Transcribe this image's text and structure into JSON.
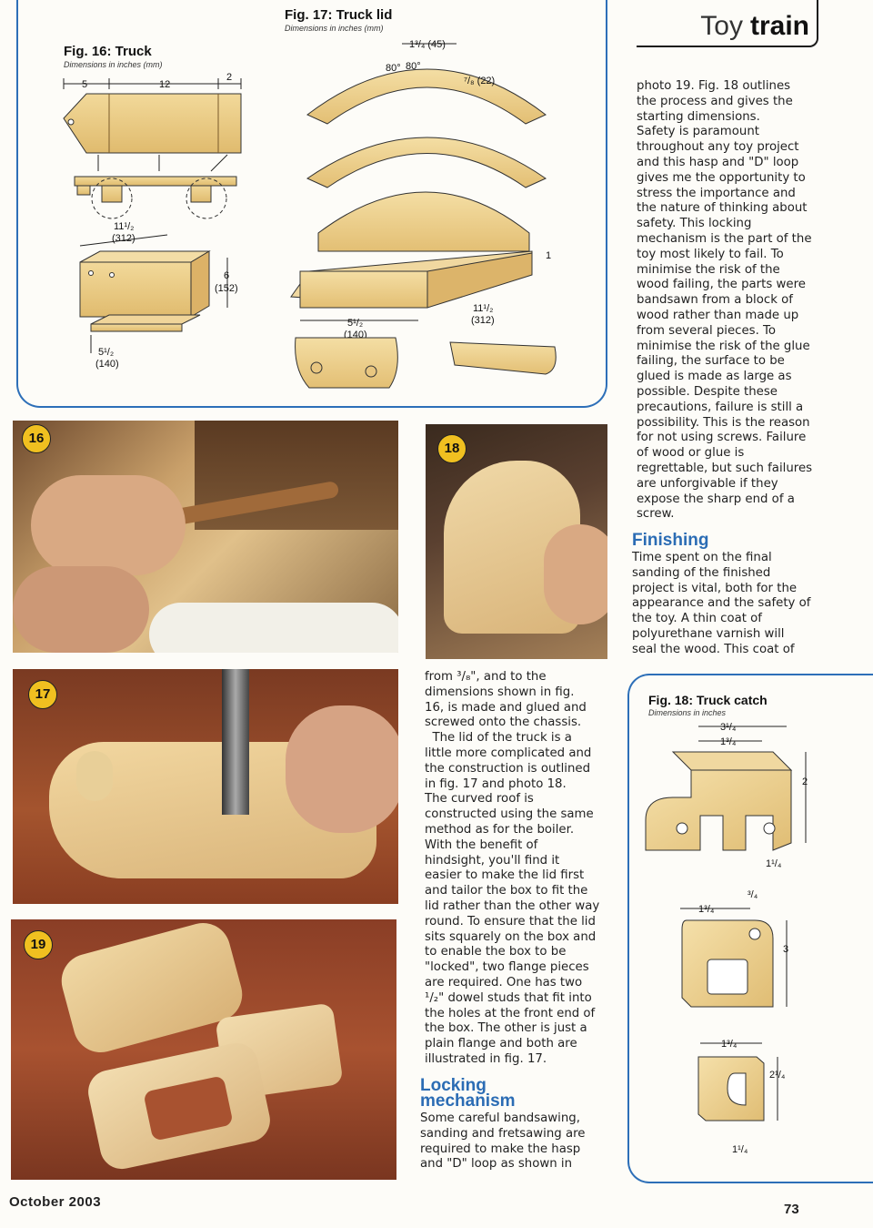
{
  "header": {
    "title_light": "Toy",
    "title_bold": "train"
  },
  "fig16": {
    "title": "Fig. 16: Truck",
    "subtitle": "Dimensions in inches (mm)",
    "dims": {
      "d5": "5",
      "d12": "12",
      "d2": "2",
      "d11": "11¹/₂",
      "d312": "(312)",
      "d6": "6",
      "d152": "(152)",
      "d5b": "5¹/₂",
      "d140": "(140)"
    }
  },
  "fig17": {
    "title": "Fig. 17: Truck lid",
    "subtitle": "Dimensions in inches (mm)",
    "dims": {
      "d134": "1³/₄ (45)",
      "a1": "80°",
      "a2": "80°",
      "d78": "⁷/₈ (22)",
      "d1": "1",
      "d55": "5¹/₂",
      "d140": "(140)",
      "d115": "11¹/₂",
      "d312": "(312)"
    }
  },
  "fig18": {
    "title": "Fig. 18: Truck catch",
    "subtitle": "Dimensions in inches",
    "dims": {
      "d314": "3¹/₄",
      "d134a": "1³/₄",
      "d2": "2",
      "d114a": "1¹/₄",
      "d134b": "1³/₄",
      "d34": "³/₄",
      "d3": "3",
      "d134c": "1³/₄",
      "d214": "2¹/₄",
      "d114b": "1¹/₄"
    }
  },
  "photos": {
    "p16": "16",
    "p17": "17",
    "p18": "18",
    "p19": "19"
  },
  "column_right": {
    "lines": [
      "photo 19. Fig. 18 outlines",
      "the process and gives the",
      "starting dimensions.",
      "Safety is paramount",
      "throughout any toy project",
      "and this hasp and \"D\" loop",
      "gives me the opportunity to",
      "stress the importance and",
      "the nature of thinking about",
      "safety. This locking",
      "mechanism is the part of the",
      "toy most likely to fail. To",
      "minimise the risk of the",
      "wood failing, the parts were",
      "bandsawn from a block of",
      "wood rather than made up",
      "from several pieces. To",
      "minimise the risk of the glue",
      "failing, the surface to be",
      "glued is made as large as",
      "possible. Despite these",
      "precautions, failure is still a",
      "possibility. This is the reason",
      "for not using screws. Failure",
      "of wood or glue is",
      "regrettable, but such failures",
      "are unforgivable if they",
      "expose the sharp end of a",
      "screw."
    ],
    "finishing_heading": "Finishing",
    "finishing_lines": [
      "Time spent on the final",
      "sanding of the finished",
      "project is vital, both for the",
      "appearance and the safety of",
      "the toy. A thin coat of",
      "polyurethane varnish will",
      "seal the wood. This coat of"
    ]
  },
  "column_middle": {
    "lines": [
      "from ³/₈\", and to the",
      "dimensions shown in fig.",
      "16, is made and glued and",
      "screwed onto the chassis.",
      "  The lid of the truck is a",
      "little more complicated and",
      "the construction is outlined",
      "in fig. 17 and photo 18.",
      "The curved roof is",
      "constructed using the same",
      "method as for the boiler.",
      "With the benefit of",
      "hindsight, you'll find it",
      "easier to make the lid first",
      "and tailor the box to fit the",
      "lid rather than the other way",
      "round. To ensure that the lid",
      "sits squarely on the box and",
      "to enable the box to be",
      "\"locked\", two flange pieces",
      "are required. One has two",
      "¹/₂\" dowel studs that fit into",
      "the holes at the front end of",
      "the box. The other is just a",
      "plain flange and both are",
      "illustrated in fig. 17."
    ],
    "locking_heading_1": "Locking",
    "locking_heading_2": "mechanism",
    "locking_lines": [
      "Some careful bandsawing,",
      "sanding and fretsawing are",
      "required to make the hasp",
      "and \"D\" loop as shown in"
    ]
  },
  "footer": {
    "issue": "October 2003",
    "page": "73"
  }
}
